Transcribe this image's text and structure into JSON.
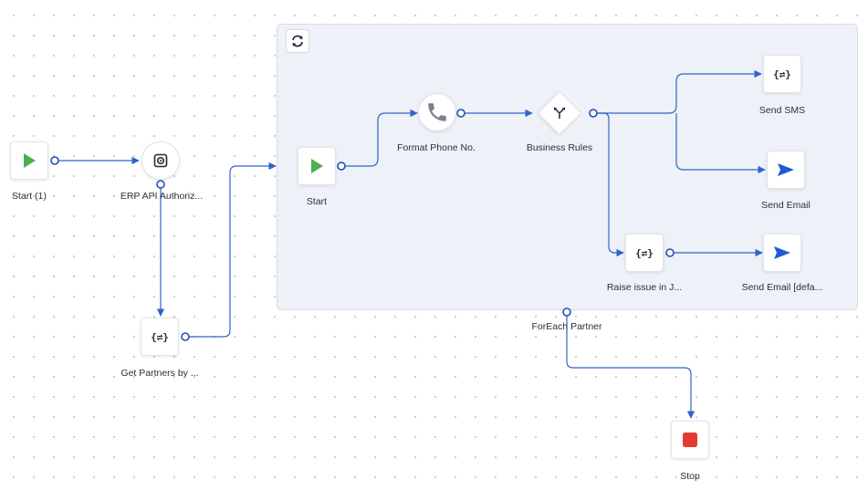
{
  "colors": {
    "wire": "#2f64c8",
    "port": "#1f4fb5",
    "play": "#4caf50",
    "stop": "#e53935",
    "send": "#1e5bd6",
    "phone": "#7a818d"
  },
  "nodes": {
    "start1": {
      "label": "Start (1)",
      "icon": "play-icon"
    },
    "erp_auth": {
      "label": "ERP API Authoriz...",
      "icon": "gear-icon"
    },
    "get_partners": {
      "label": "Get Partners by ...",
      "icon": "code-braces-icon"
    },
    "foreach": {
      "label": "ForEach Partner",
      "icon": "loop-refresh-icon"
    },
    "inner_start": {
      "label": "Start",
      "icon": "play-icon"
    },
    "format_phone": {
      "label": "Format Phone No.",
      "icon": "phone-icon"
    },
    "business_rules": {
      "label": "Business Rules",
      "icon": "branch-icon"
    },
    "send_sms": {
      "label": "Send SMS",
      "icon": "code-braces-icon"
    },
    "send_email": {
      "label": "Send Email",
      "icon": "send-icon"
    },
    "raise_issue": {
      "label": "Raise issue in J...",
      "icon": "code-braces-icon"
    },
    "send_email_default": {
      "label": "Send Email [defa...",
      "icon": "send-icon"
    },
    "stop": {
      "label": "Stop",
      "icon": "stop-icon"
    }
  },
  "glyphs": {
    "braces": "{⇌}"
  }
}
